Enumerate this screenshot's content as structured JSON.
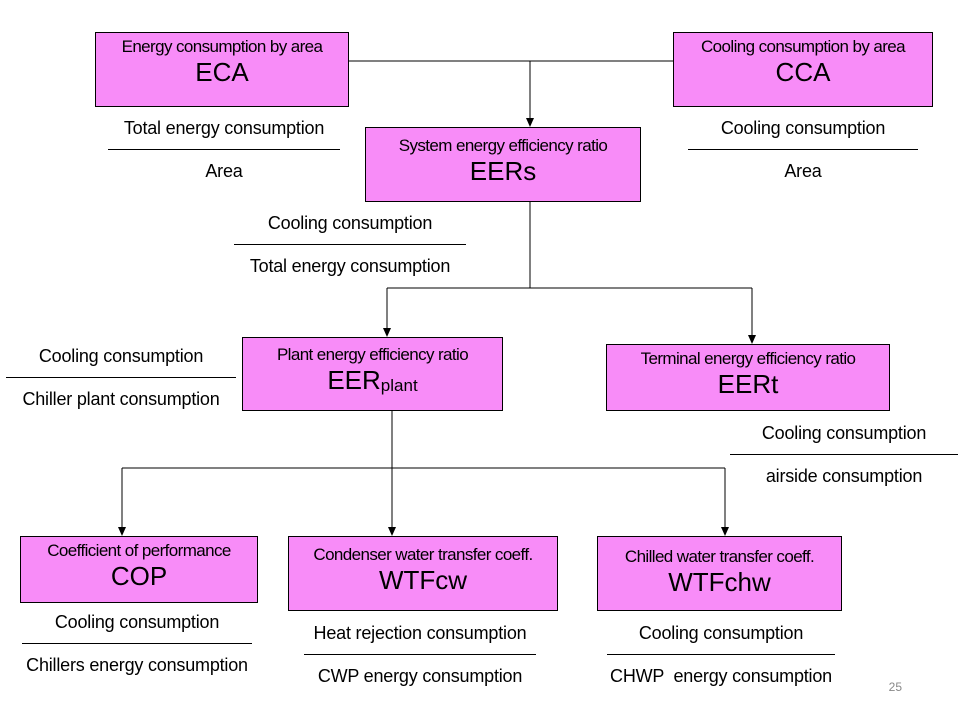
{
  "nodes": {
    "eca": {
      "title": "Energy consumption by area",
      "abbr": "ECA"
    },
    "cca": {
      "title": "Cooling consumption by area",
      "abbr": "CCA"
    },
    "eers": {
      "title": "System energy efficiency ratio",
      "abbr": "EERs"
    },
    "eerplant": {
      "title": "Plant energy efficiency ratio",
      "abbr_main": "EER",
      "abbr_sub": "plant"
    },
    "eert": {
      "title": "Terminal energy efficiency ratio",
      "abbr": "EERt"
    },
    "cop": {
      "title": "Coefficient of performance",
      "abbr": "COP"
    },
    "wtfcw": {
      "title": "Condenser water transfer coeff.",
      "abbr": "WTFcw"
    },
    "wtfchw": {
      "title": "Chilled water transfer coeff.",
      "abbr": "WTFchw"
    }
  },
  "fractions": {
    "eca": {
      "numerator": "Total energy consumption",
      "denominator": "Area"
    },
    "cca": {
      "numerator": "Cooling consumption",
      "denominator": "Area"
    },
    "eers": {
      "numerator": "Cooling consumption",
      "denominator": "Total energy consumption"
    },
    "eerplant": {
      "numerator": "Cooling consumption",
      "denominator": "Chiller plant consumption"
    },
    "eert": {
      "numerator": "Cooling consumption",
      "denominator": "airside consumption"
    },
    "cop": {
      "numerator": "Cooling consumption",
      "denominator": "Chillers energy consumption"
    },
    "wtfcw": {
      "numerator": "Heat rejection consumption",
      "denominator": "CWP energy consumption"
    },
    "wtfchw": {
      "numerator": "Cooling consumption",
      "denominator": "CHWP  energy consumption"
    }
  },
  "page_number": "25"
}
